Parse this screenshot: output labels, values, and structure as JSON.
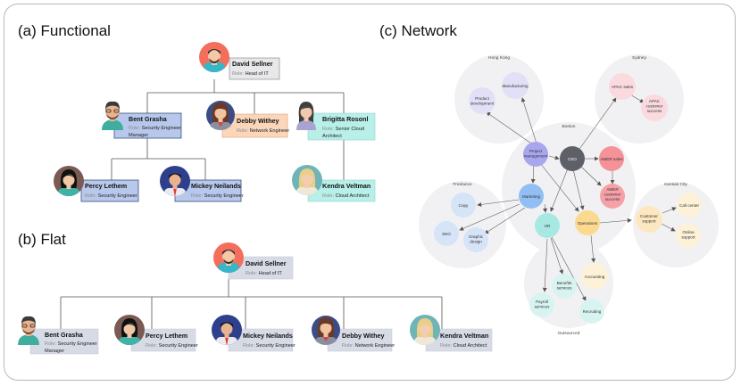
{
  "titles": {
    "functional": "(a) Functional",
    "flat": "(b) Flat",
    "network": "(c) Network"
  },
  "role_prefix": "Role:",
  "functional": {
    "head": {
      "name": "David Sellner",
      "role": "Head of IT"
    },
    "bent": {
      "name": "Bent Grasha",
      "role": "Security Engineer",
      "role2": "Manager"
    },
    "debby": {
      "name": "Debby Withey",
      "role": "Network Engineer"
    },
    "brigitta": {
      "name": "Brigitta Rosonl",
      "role": "Senior Cloud",
      "role2": "Architect"
    },
    "percy": {
      "name": "Percy Lethem",
      "role": "Security Engineer"
    },
    "mickey": {
      "name": "Mickey Neilands",
      "role": "Security Engineer"
    },
    "kendra": {
      "name": "Kendra Veltman",
      "role": "Cloud Architect"
    }
  },
  "flat": {
    "head": {
      "name": "David Sellner",
      "role": "Head of IT"
    },
    "bent": {
      "name": "Bent Grasha",
      "role": "Security Engineer",
      "role2": "Manager"
    },
    "percy": {
      "name": "Percy Lethem",
      "role": "Security Engineer"
    },
    "mickey": {
      "name": "Mickey Neilands",
      "role": "Security Engineer"
    },
    "debby": {
      "name": "Debby Withey",
      "role": "Network Engineer"
    },
    "kendra": {
      "name": "Kendra Veltman",
      "role": "Cloud Architect"
    }
  },
  "network": {
    "groups": {
      "hongkong": "Hong Kong",
      "sydney": "Sydney",
      "boston": "Boston",
      "freelance": "Freelance",
      "kansas": "Kansas City",
      "outsourced": "Outsourced"
    },
    "nodes": {
      "product_development": [
        "Product",
        "development"
      ],
      "manufacturing": [
        "Manufacturing"
      ],
      "apac_sales": [
        "APAC sales"
      ],
      "apac_customer_success": [
        "APAC",
        "customer",
        "success"
      ],
      "project_management": [
        "Project",
        "management"
      ],
      "ceo": [
        "CEO"
      ],
      "amer_sales": [
        "AMER sales"
      ],
      "amer_customer_success": [
        "AMER",
        "customer",
        "success"
      ],
      "marketing": [
        "Marketing"
      ],
      "copy": [
        "Copy"
      ],
      "seo": [
        "SEO"
      ],
      "graphic_design": [
        "Graphic",
        "design"
      ],
      "hr": [
        "HR"
      ],
      "operations": [
        "Operations"
      ],
      "customer_support": [
        "Customer",
        "support"
      ],
      "call_center": [
        "Call center"
      ],
      "online_support": [
        "Online",
        "support"
      ],
      "benefits_services": [
        "Benefits",
        "services"
      ],
      "accounting": [
        "Accounting"
      ],
      "payroll_services": [
        "Payroll",
        "services"
      ],
      "recruiting": [
        "Recruiting"
      ]
    }
  },
  "colors": {
    "blue_card": "#b7c8ec",
    "blue_card_border": "#3c4f7a",
    "orange_card": "#fbd6b9",
    "teal_card": "#b8efe8",
    "gray_card": "#e6e6e9",
    "flat_card": "#d7dbe6"
  }
}
